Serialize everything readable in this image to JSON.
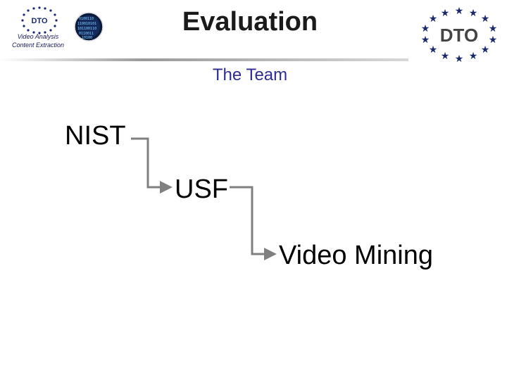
{
  "header": {
    "title": "Evaluation",
    "subtitle": "The Team",
    "small_logo_text": "DTO",
    "caption_line1": "Video Analysis",
    "caption_line2": "Content Extraction",
    "large_logo_text": "DTO"
  },
  "team": {
    "items": [
      "NIST",
      "USF",
      "Video Mining"
    ]
  },
  "colors": {
    "title_blue": "#2e2e8f",
    "logo_navy": "#1c2a6b",
    "connector_gray": "#808080"
  }
}
